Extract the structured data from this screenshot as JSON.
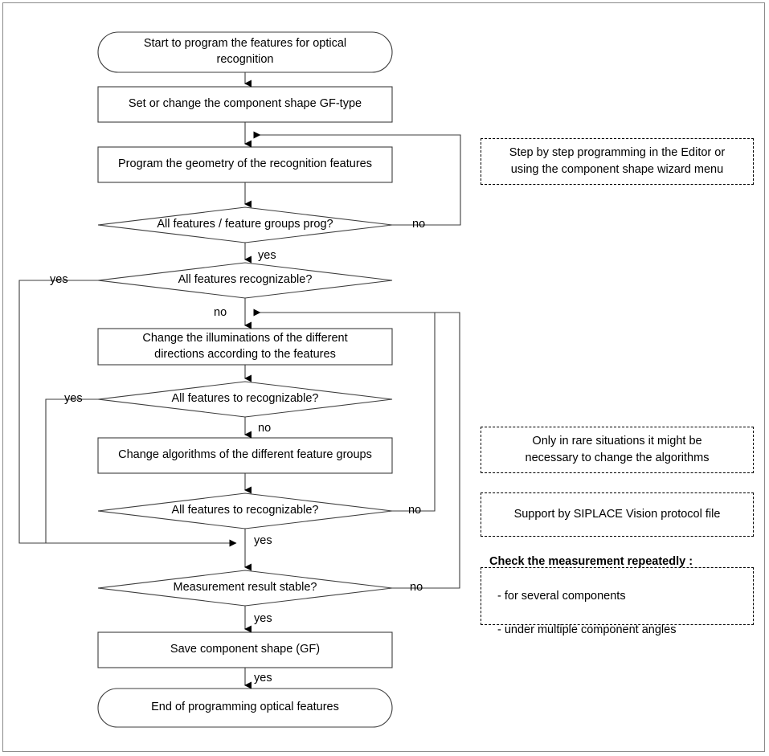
{
  "diagram": {
    "title": "Programming optical recognition features flowchart",
    "colors": {
      "stroke": "#3d3d3d",
      "text": "#000000",
      "note_border": "#000000",
      "frame": "#8a8a8a"
    }
  },
  "nodes": [
    {
      "id": "start",
      "type": "terminator",
      "label": "Start to program the features for optical\nrecognition"
    },
    {
      "id": "set_type",
      "type": "process",
      "label": "Set or change the component shape GF-type"
    },
    {
      "id": "program_geometry",
      "type": "process",
      "label": "Program the geometry of the recognition features"
    },
    {
      "id": "all_prog",
      "type": "decision",
      "label": "All features / feature groups prog?"
    },
    {
      "id": "recognizable1",
      "type": "decision",
      "label": "All features recognizable?"
    },
    {
      "id": "change_illumination",
      "type": "process",
      "label": "Change the illuminations of the different\ndirections according to the features"
    },
    {
      "id": "recognizable2",
      "type": "decision",
      "label": "All features to recognizable?"
    },
    {
      "id": "change_algorithms",
      "type": "process",
      "label": "Change algorithms of the different feature groups"
    },
    {
      "id": "recognizable3",
      "type": "decision",
      "label": "All features to recognizable?"
    },
    {
      "id": "measurement_stable",
      "type": "decision",
      "label": "Measurement result stable?"
    },
    {
      "id": "save_shape",
      "type": "process",
      "label": "Save component shape (GF)"
    },
    {
      "id": "end",
      "type": "terminator",
      "label": "End of programming optical features"
    }
  ],
  "edge_labels": [
    {
      "id": "lbl_prog_no",
      "text": "no"
    },
    {
      "id": "lbl_prog_yes",
      "text": "yes"
    },
    {
      "id": "lbl_rec1_yes",
      "text": "yes"
    },
    {
      "id": "lbl_rec1_no",
      "text": "no"
    },
    {
      "id": "lbl_rec2_yes",
      "text": "yes"
    },
    {
      "id": "lbl_rec2_no",
      "text": "no"
    },
    {
      "id": "lbl_rec3_no",
      "text": "no"
    },
    {
      "id": "lbl_rec3_yes",
      "text": "yes"
    },
    {
      "id": "lbl_stable_no",
      "text": "no"
    },
    {
      "id": "lbl_stable_yes",
      "text": "yes"
    },
    {
      "id": "lbl_save_yes",
      "text": "yes"
    }
  ],
  "notes": [
    {
      "id": "note_editor",
      "text": "Step by step programming in the Editor or\nusing the component shape wizard menu"
    },
    {
      "id": "note_algorithms",
      "text": "Only in rare situations it might be\nnecessary to change the algorithms"
    },
    {
      "id": "note_protocol",
      "text": "Support by  SIPLACE Vision protocol file"
    },
    {
      "id": "note_check",
      "title": "Check the measurement repeatedly :",
      "bullets": [
        "- for several components",
        "- under multiple component angles"
      ]
    }
  ]
}
